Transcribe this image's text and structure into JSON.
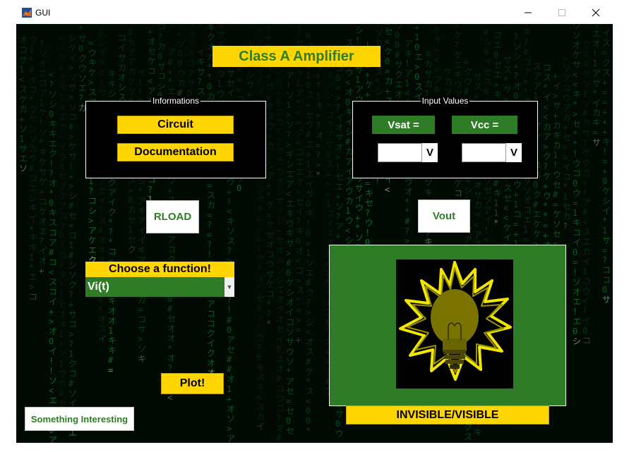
{
  "window": {
    "title": "GUI",
    "controls": {
      "minimize": "—",
      "maximize": "☐",
      "close": "✕"
    }
  },
  "header": {
    "title": "Class A Amplifier"
  },
  "informations": {
    "legend": "Informations",
    "circuit_label": "Circuit",
    "documentation_label": "Documentation"
  },
  "input_values": {
    "legend": "Input Values",
    "vsat_label": "Vsat =",
    "vcc_label": "Vcc =",
    "vsat_value": "",
    "vcc_value": "",
    "vsat_unit": "V",
    "vcc_unit": "V"
  },
  "buttons": {
    "rload": "RLOAD",
    "vout": "Vout",
    "plot": "Plot!",
    "something_interesting": "Something Interesting",
    "toggle": "INVISIBLE/VISIBLE"
  },
  "function_select": {
    "label": "Choose a function!",
    "selected": "Vi(t)"
  },
  "colors": {
    "yellow": "#ffd600",
    "green": "#2e7d26",
    "background": "#020a04"
  },
  "icons": {
    "app": "matlab-icon",
    "bulb": "lightbulb-icon",
    "dropdown": "chevron-down-icon"
  }
}
